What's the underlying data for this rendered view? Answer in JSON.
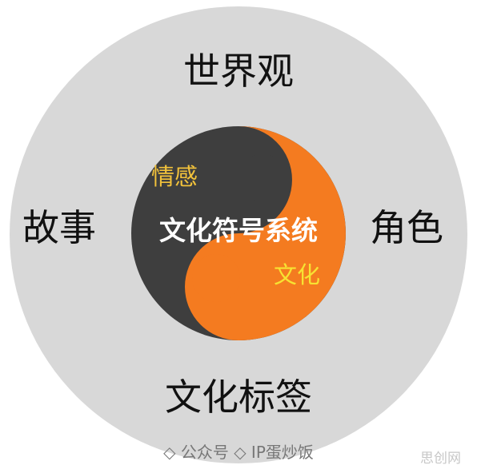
{
  "outer_labels": {
    "top": "世界观",
    "left": "故事",
    "right": "角色",
    "bottom": "文化标签"
  },
  "center": {
    "title": "文化符号系统",
    "dark_tag": "情感",
    "light_tag": "文化"
  },
  "credit": "◇ 公众号 ◇  IP蛋炒饭",
  "watermark": "思创网",
  "colors": {
    "outer_circle": "#d8d8d8",
    "dark": "#3e3e3e",
    "orange": "#f47b20",
    "emotion_text": "#f2c23b",
    "culture_text": "#f7e232",
    "label_text": "#111111"
  }
}
